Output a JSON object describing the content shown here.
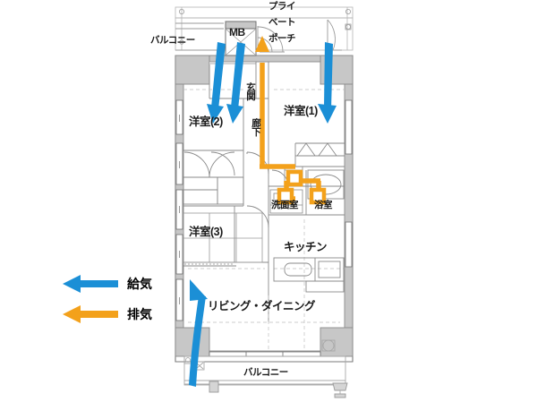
{
  "plan": {
    "title_rooms": {
      "balcony_top": "バルコニー",
      "balcony_bottom": "バルコニー",
      "private_porch_line1": "プライ",
      "private_porch_line2": "ベート",
      "private_porch_line3": "ポーチ",
      "mb": "MB",
      "genkan": "玄関",
      "rouka": "廊下",
      "washitsu1": "洋室(1)",
      "washitsu2": "洋室(2)",
      "washitsu3": "洋室(3)",
      "senmenshitsu": "洗面室",
      "yokushitsu": "浴室",
      "kitchen": "キッチン",
      "living_dining": "リビング・ダイニング"
    }
  },
  "legend": {
    "items": [
      {
        "label": "給気",
        "color": "#1b8fd6",
        "arrow": "left-arrow-icon"
      },
      {
        "label": "排気",
        "color": "#f3a11b",
        "arrow": "left-arrow-icon"
      }
    ]
  },
  "colors": {
    "supply_air": "#1b8fd6",
    "exhaust_air": "#f3a11b",
    "wall_fill": "#c9c9c9",
    "wall_stroke": "#8c8c8c",
    "line": "#9a9a9a",
    "line_dark": "#4d4d4d",
    "text": "#1a1a1a"
  }
}
